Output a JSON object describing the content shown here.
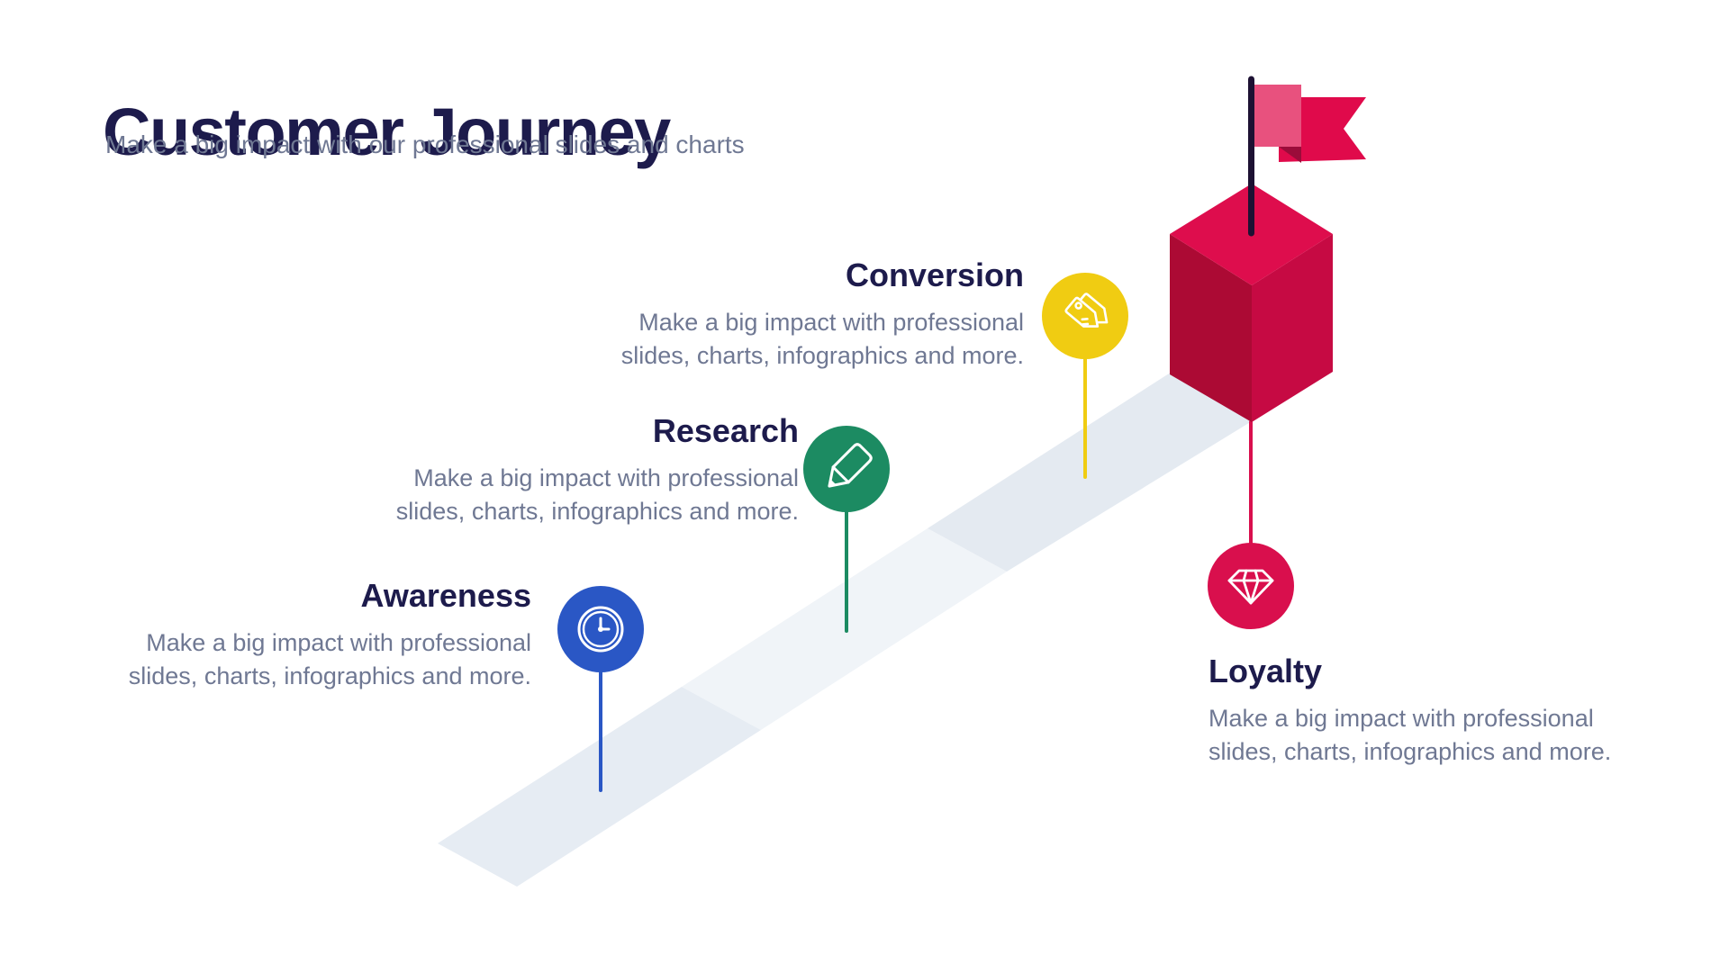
{
  "header": {
    "title": "Customer Journey",
    "subtitle": "Make a big impact with our professional slides and charts"
  },
  "stages": [
    {
      "name": "Awareness",
      "line1": "Make a big impact with professional",
      "line2": "slides, charts, infographics and more.",
      "color": "#2a57c5",
      "icon": "clock"
    },
    {
      "name": "Research",
      "line1": "Make a big impact with professional",
      "line2": "slides, charts, infographics and more.",
      "color": "#1c8b62",
      "icon": "pencil"
    },
    {
      "name": "Conversion",
      "line1": "Make a big impact with professional",
      "line2": "slides, charts, infographics and more.",
      "color": "#f0cc12",
      "icon": "price-tags"
    },
    {
      "name": "Loyalty",
      "line1": "Make a big impact with professional",
      "line2": "slides, charts, infographics and more.",
      "color": "#d90f4d",
      "icon": "diamond"
    }
  ],
  "milestone": {
    "cube_top": "#de0d4d",
    "cube_left": "#ac0a34",
    "cube_right": "#c60a43",
    "flag_banner": "#e00a4b",
    "flag_inner": "#e8517e",
    "flag_fold": "#9b0c3a",
    "pole": "#1d1133"
  },
  "path_colors": {
    "segment_1": "#e6ecf3",
    "segment_2": "#f0f4f8",
    "segment_3": "#e4eaf1"
  },
  "text_colors": {
    "heading": "#1d1b4c",
    "body": "#6f7893"
  }
}
